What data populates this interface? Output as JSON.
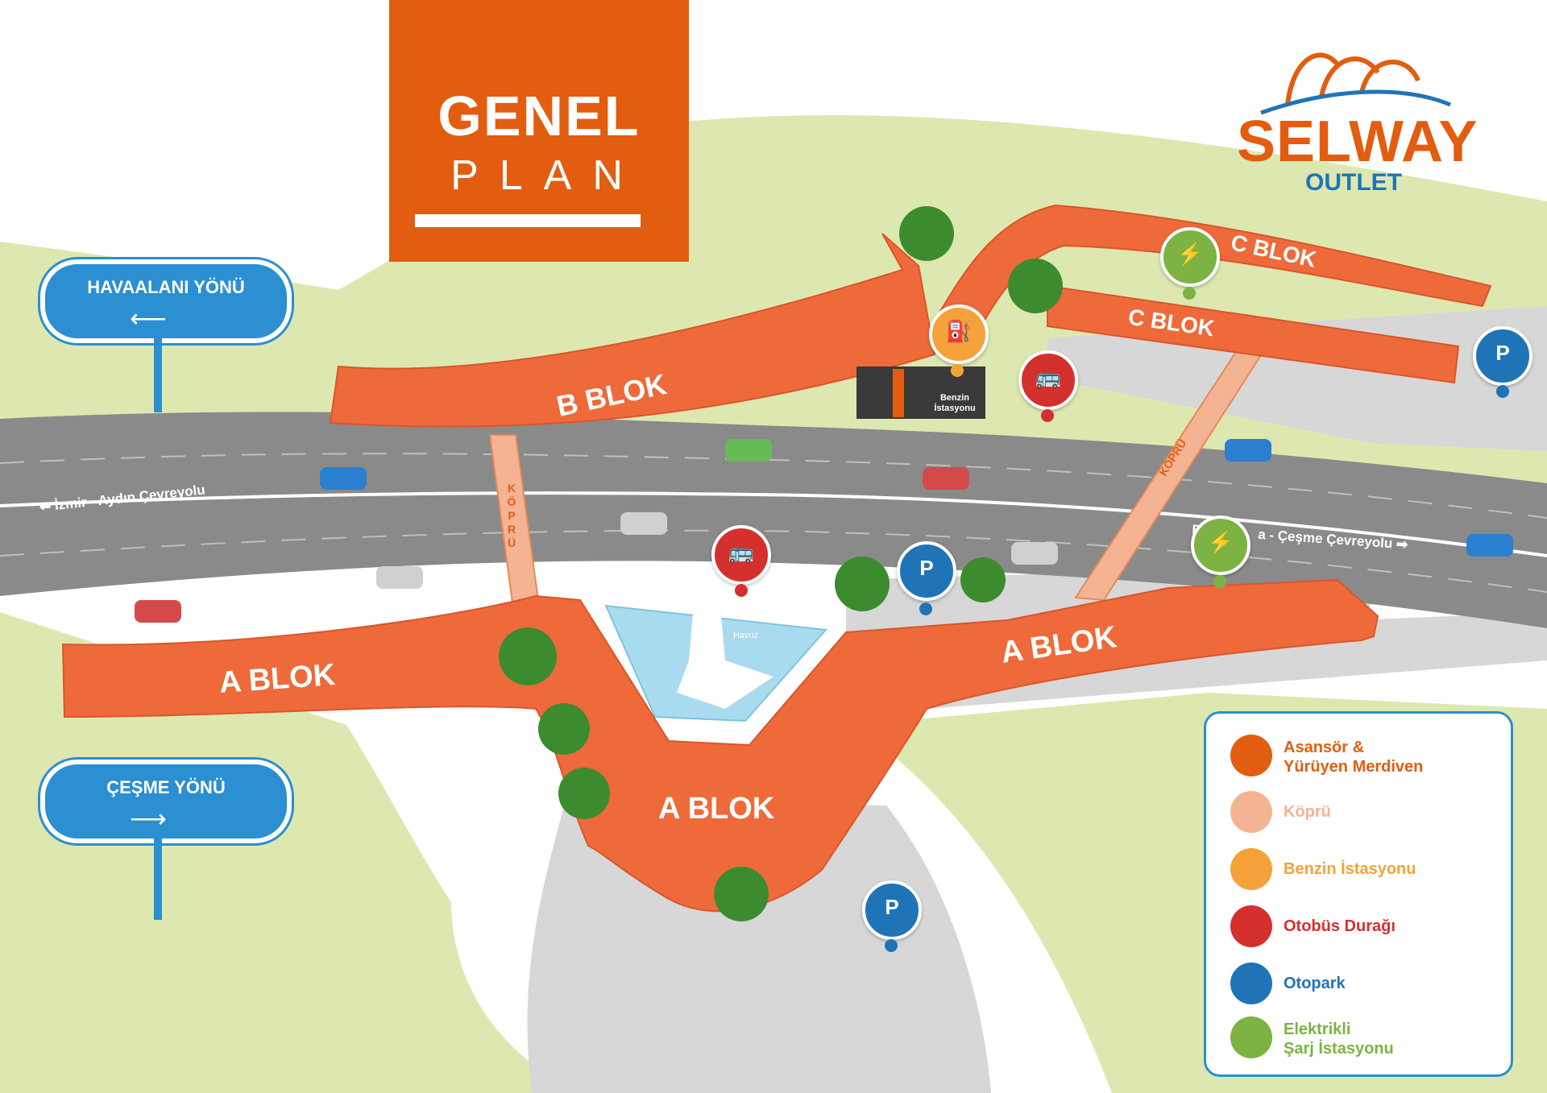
{
  "title": {
    "line1": "GENEL",
    "line2": "PLAN"
  },
  "logo": {
    "name": "SELWAY",
    "sub": "OUTLET"
  },
  "signs": [
    {
      "label": "HAVAALANI YÖNÜ",
      "arrow": "left"
    },
    {
      "label": "ÇEŞME YÖNÜ",
      "arrow": "right"
    }
  ],
  "roads": {
    "left": "İzmir - Aydın Çevreyolu",
    "right_prefix": "B",
    "right_suffix": "a - Çeşme Çevreyolu"
  },
  "bridge_label": "KÖPRÜ",
  "blocks": {
    "b": "B BLOK",
    "c_top": "C BLOK",
    "c_mid": "C BLOK",
    "a_left": "A BLOK",
    "a_right": "A BLOK",
    "a_bottom": "A BLOK"
  },
  "places": {
    "fuel_station": "Benzin İstasyonu",
    "pool": "Havuz"
  },
  "legend": {
    "items": [
      {
        "label": "Asansör &\nYürüyen Merdiven",
        "color": "#e25d10",
        "icon": "escalator-icon"
      },
      {
        "label": "Köprü",
        "color": "#f4b393",
        "icon": "bridge-icon"
      },
      {
        "label": "Benzin İstasyonu",
        "color": "#f5a23b",
        "icon": "fuel-icon"
      },
      {
        "label": "Otobüs Durağı",
        "color": "#d4302e",
        "icon": "bus-icon"
      },
      {
        "label": "Otopark",
        "color": "#1f74b7",
        "icon": "parking-icon"
      },
      {
        "label": "Elektrikli\nŞarj İstasyonu",
        "color": "#7cb342",
        "icon": "ev-charger-icon"
      }
    ]
  },
  "colors": {
    "orange": "#e25d10",
    "block": "#ee6a3a",
    "road": "#8a8a8a",
    "grass": "#dde8b0",
    "blue": "#2b8fd1",
    "pool": "#a9dbef"
  }
}
